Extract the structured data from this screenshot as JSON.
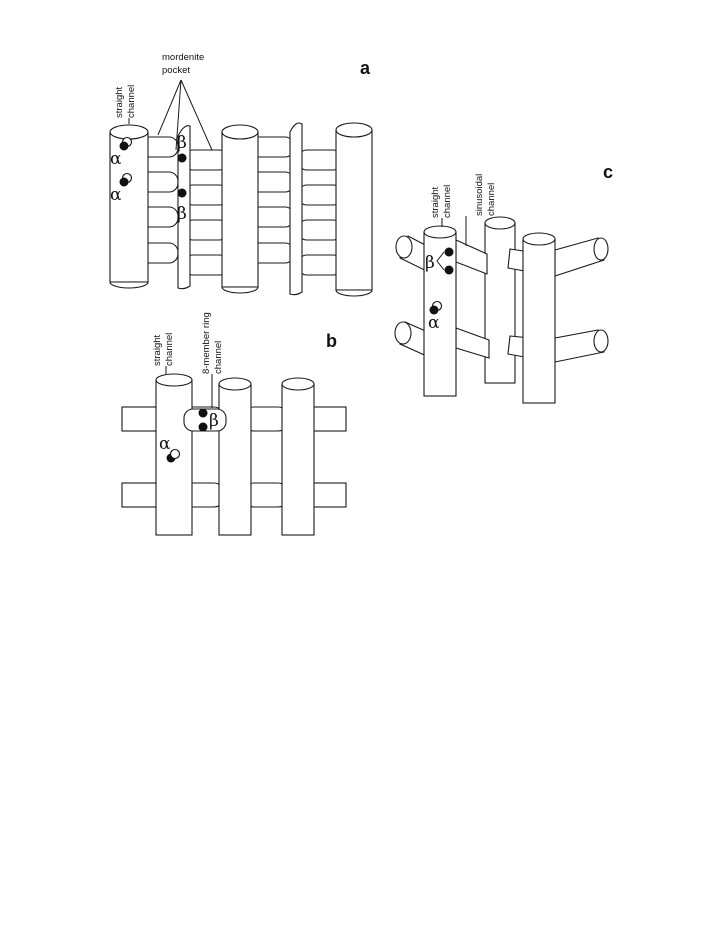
{
  "panel_a": {
    "letter": "a",
    "label_straight_1": "straight",
    "label_straight_2": "channel",
    "label_pocket_1": "mordenite",
    "label_pocket_2": "pocket",
    "alpha": "α",
    "beta": "β"
  },
  "panel_b": {
    "letter": "b",
    "label_straight_1": "straight",
    "label_straight_2": "channel",
    "label_ring_1": "8-member ring",
    "label_ring_2": "channel",
    "alpha": "α",
    "beta": "β"
  },
  "panel_c": {
    "letter": "c",
    "label_straight_1": "straight",
    "label_straight_2": "channel",
    "label_sin_1": "sinusoidal",
    "label_sin_2": "channel",
    "alpha": "α",
    "beta": "β"
  }
}
